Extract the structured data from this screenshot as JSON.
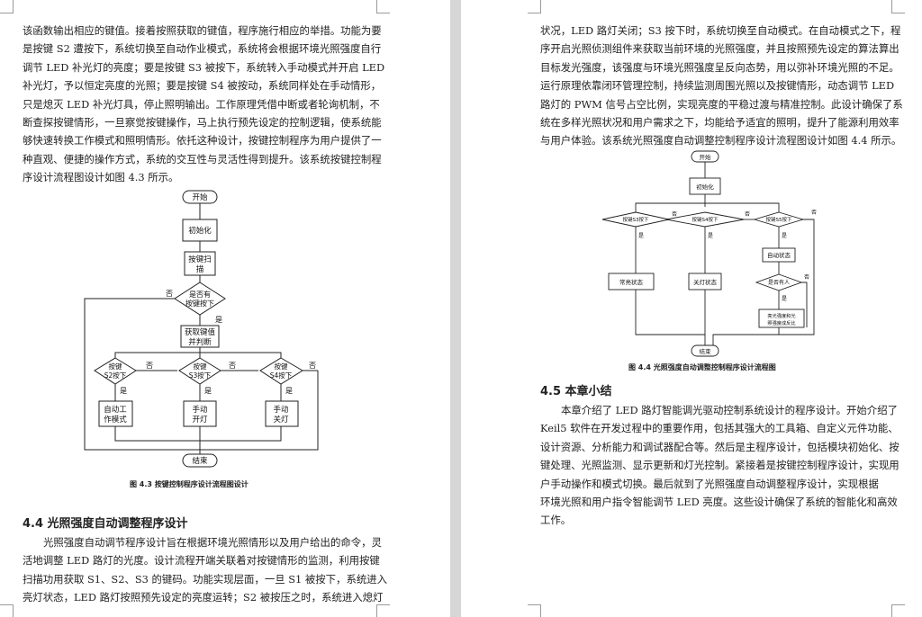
{
  "left_page": {
    "top_lines": [
      "该函数输出相应的键值。接着按照获取的键值，程序施行相应的举措。功能为要",
      "是按键 S2 遭按下，系统切换至自动作业模式，系统将会根据环境光照强度自行",
      "调节 LED 补光灯的亮度；要是按键 S3 被按下，系统转入手动模式并开启 LED",
      "补光灯，予以恒定亮度的光照；要是按键 S4 被按动，系统同样处在手动情形，",
      "只是熄灭 LED 补光灯具，停止照明输出。工作原理凭借中断或者轮询机制，不",
      "断查探按键情形，一旦察觉按键操作，马上执行预先设定的控制逻辑，使系统能",
      "够快速转换工作模式和照明情形。依托这种设计，按键控制程序为用户提供了一",
      "种直观、便捷的操作方式，系统的交互性与灵活性得到提升。该系统按键控制程",
      "序设计流程图设计如图 4.3 所示。"
    ],
    "figure": {
      "nodes": {
        "start": "开始",
        "init": "初始化",
        "scan": [
          "按键扫",
          "描"
        ],
        "pressed": [
          "是否有",
          "按键按下"
        ],
        "get_key": [
          "获取键值",
          "并判断"
        ],
        "s2": [
          "按键",
          "S2按下"
        ],
        "s3": [
          "按键",
          "S3按下"
        ],
        "s4": [
          "按键",
          "S4按下"
        ],
        "auto": [
          "自动工",
          "作模式"
        ],
        "manual_on": [
          "手动",
          "开灯"
        ],
        "manual_off": [
          "手动",
          "关灯"
        ],
        "end": "结束"
      },
      "labels": {
        "yes": "是",
        "no": "否"
      },
      "caption": "图 4.3  按键控制程序设计流程图设计"
    },
    "section_title": "4.4  光照强度自动调整程序设计",
    "bottom_lines": [
      "光照强度自动调节程序设计旨在根据环境光照情形以及用户给出的命令，灵",
      "活地调整 LED 路灯的光度。设计流程开端关联着对按键情形的监测，利用按键",
      "扫描功用获取 S1、S2、S3 的键码。功能实现层面，一旦 S1 被按下，系统进入",
      "亮灯状态，LED 路灯按照预先设定的亮度运转；S2 被按压之时，系统进入熄灯"
    ]
  },
  "right_page": {
    "top_lines": [
      "状况，LED 路灯关闭；S3 按下时，系统切换至自动模式。在自动模式之下，程",
      "序开启光照侦测组件来获取当前环境的光照强度，并且按照预先设定的算法算出",
      "目标发光强度，该强度与环境光照强度呈反向态势，用以弥补环境光照的不足。",
      "运行原理依靠闭环管理控制，持续监测周围光照以及按键情形，动态调节 LED",
      "路灯的 PWM 信号占空比例，实现亮度的平稳过渡与精准控制。此设计确保了系",
      "统在多样光照状况和用户需求之下，均能给予适宜的照明，提升了能源利用效率",
      "与用户体验。该系统光照强度自动调整控制程序设计流程图设计如图 4.4 所示。"
    ],
    "figure": {
      "nodes": {
        "start": "开始",
        "init": "初始化",
        "s3": "按键S3按下",
        "s4": "按键S4按下",
        "s5": "按键S5按下",
        "normal": "常亮状态",
        "off": "关灯状态",
        "auto": "自动状态",
        "person": "是否有人",
        "adjust": [
          "亮光强度和光",
          "照强度成反比"
        ],
        "end": "结束"
      },
      "labels": {
        "yes": "是",
        "no": "否"
      },
      "caption": "图 4.4  光照强度自动调整控制程序设计流程图"
    },
    "section_title": "4.5  本章小结",
    "bottom_lines": [
      "本章介绍了 LED 路灯智能调光驱动控制系统设计的程序设计。开始介绍了",
      "Keil5 软件在开发过程中的重要作用，包括其强大的工具箱、自定义元件功能、",
      "设计资源、分析能力和调试器配合等。然后是主程序设计，包括模块初始化、按",
      "键处理、光照监测、显示更新和灯光控制。紧接着是按键控制程序设计，实现用",
      "户手动操作和模式切换。最后就到了光照强度自动调整程序设计，实现根据",
      "环境光照和用户指令智能调节 LED 亮度。这些设计确保了系统的智能化和高效",
      "工作。"
    ]
  }
}
